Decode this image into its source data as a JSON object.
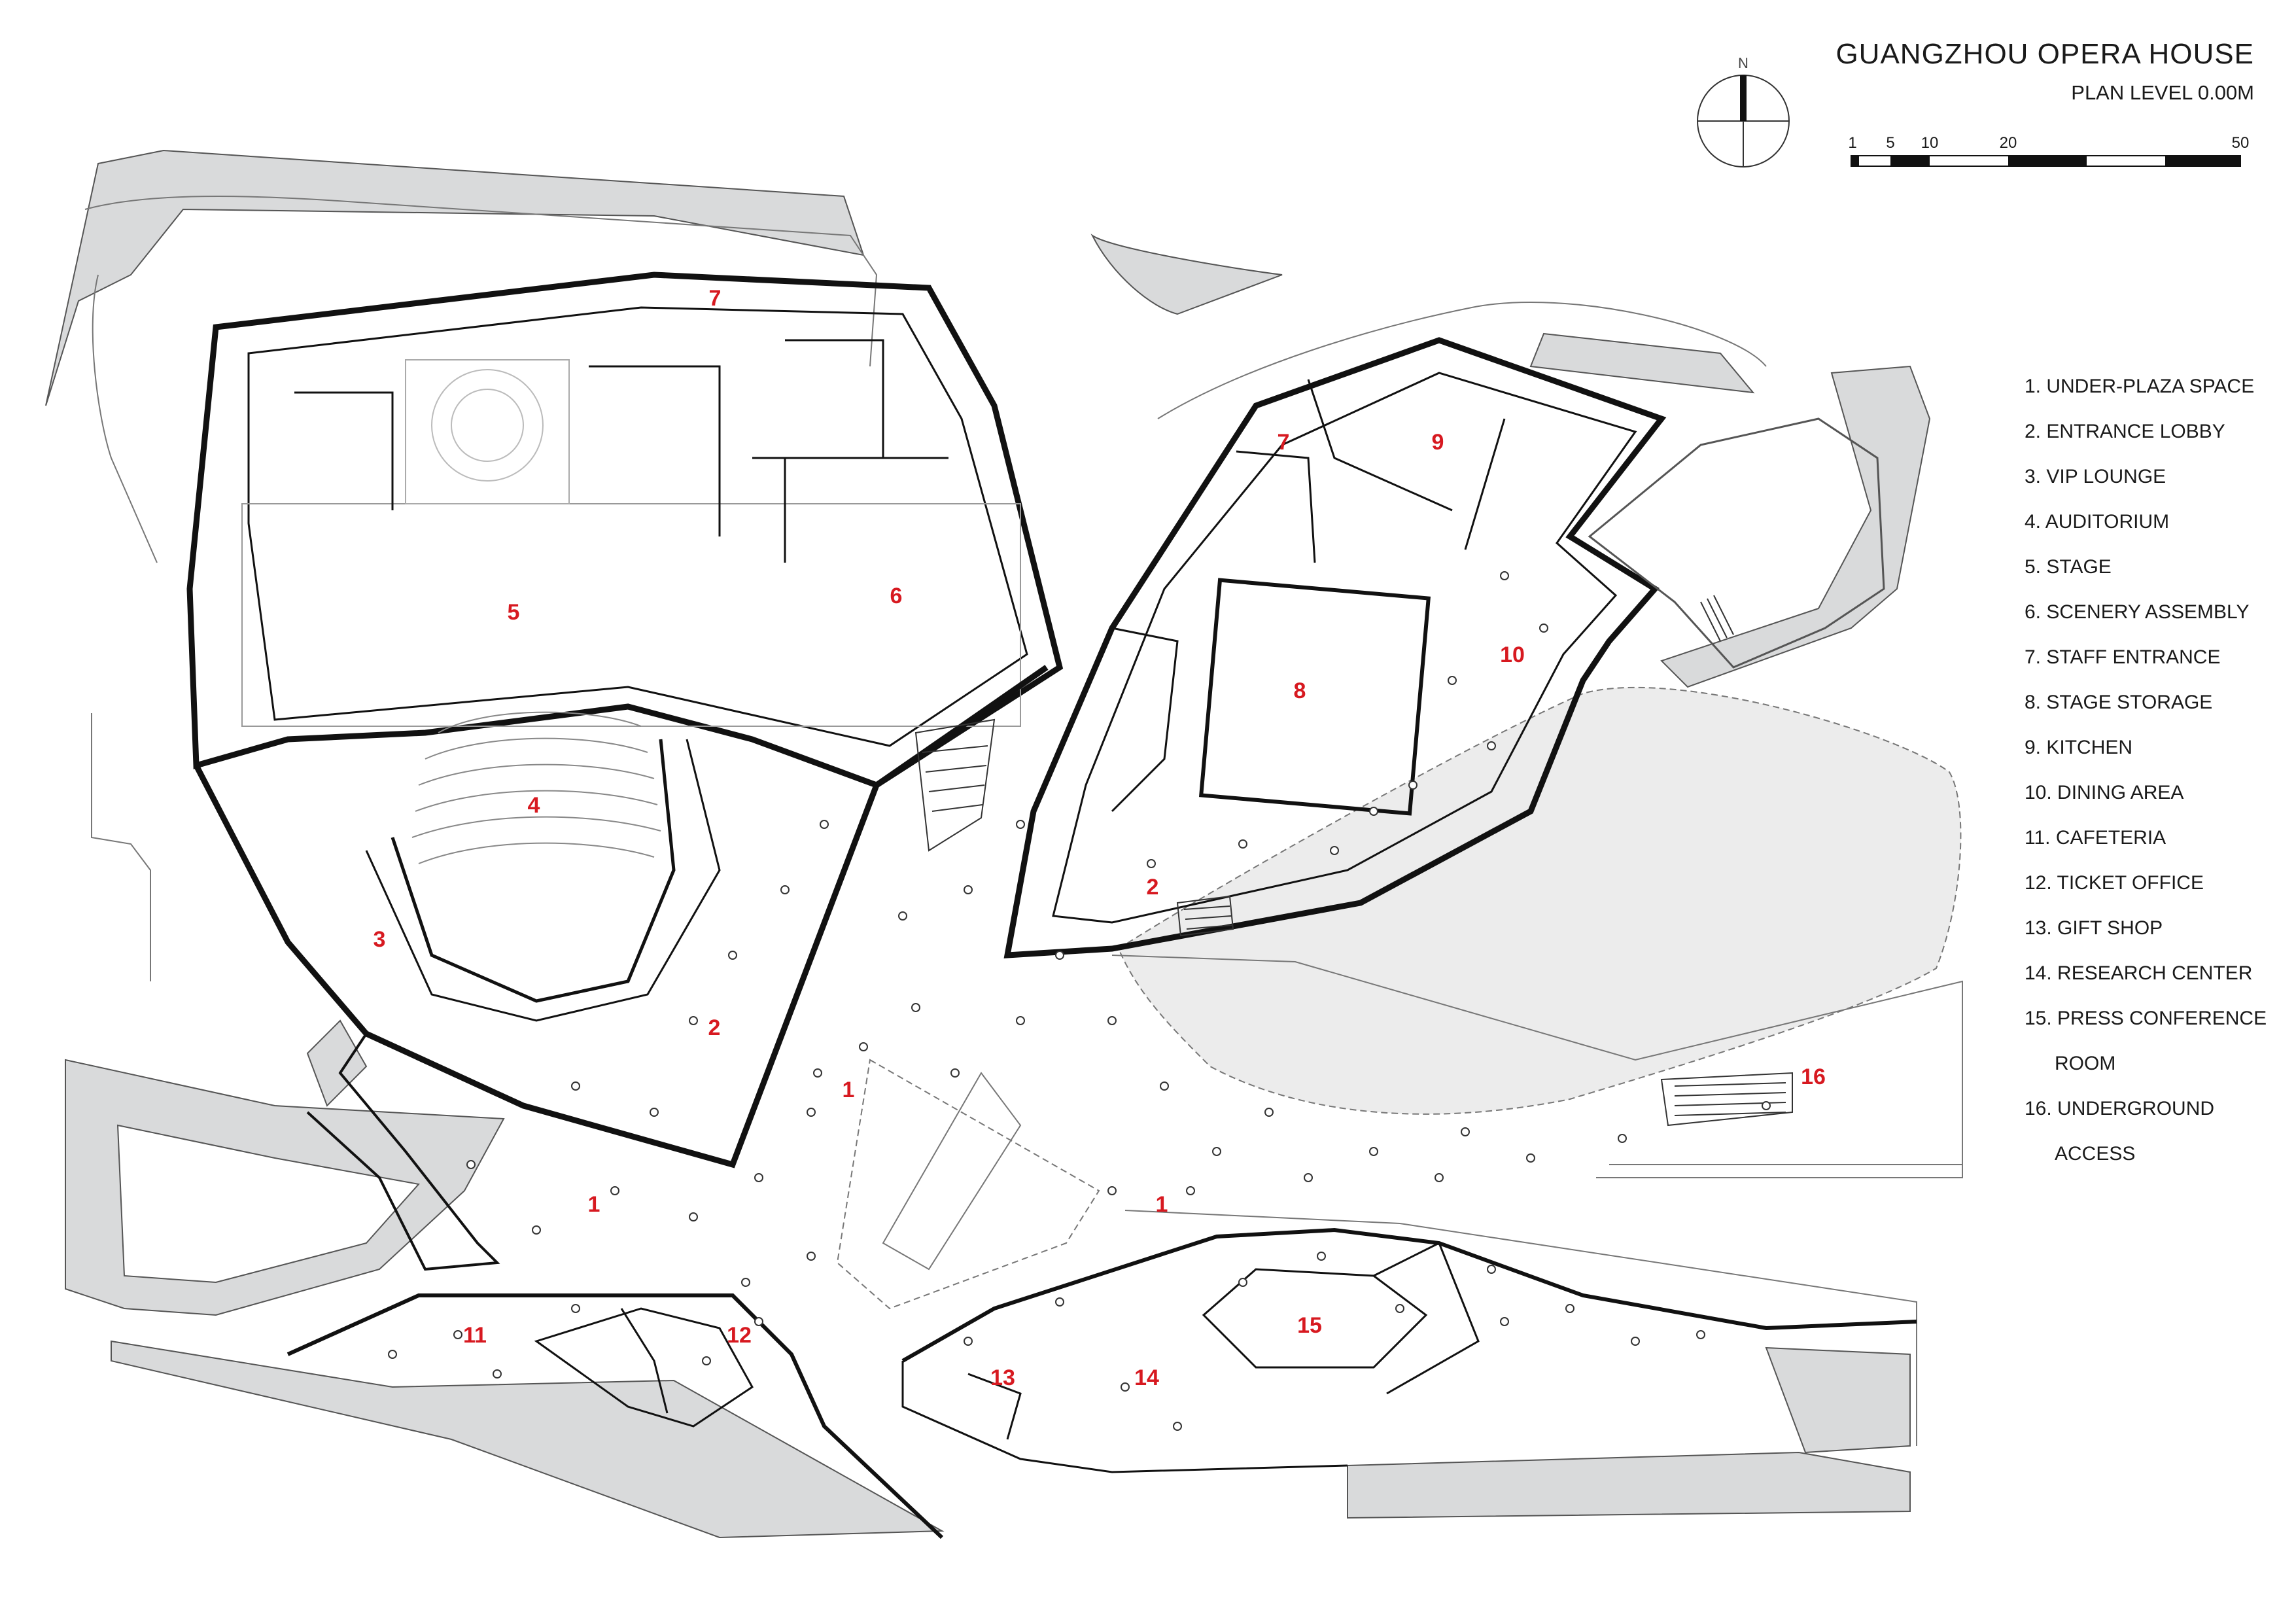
{
  "title": "GUANGZHOU OPERA HOUSE",
  "subtitle": "PLAN LEVEL 0.00M",
  "north_label": "N",
  "scale_labels": [
    "1",
    "5",
    "10",
    "20",
    "50"
  ],
  "colors": {
    "room_number": "#d71920",
    "landscape": "#d9dadb",
    "water": "#ececec",
    "walls": "#111111"
  },
  "legend": [
    {
      "text": "1. UNDER-PLAZA SPACE"
    },
    {
      "text": "2. ENTRANCE LOBBY"
    },
    {
      "text": "3. VIP LOUNGE"
    },
    {
      "text": "4. AUDITORIUM"
    },
    {
      "text": "5. STAGE"
    },
    {
      "text": "6. SCENERY ASSEMBLY"
    },
    {
      "text": "7. STAFF ENTRANCE"
    },
    {
      "text": "8. STAGE STORAGE"
    },
    {
      "text": "9. KITCHEN"
    },
    {
      "text": "10. DINING AREA"
    },
    {
      "text": "11. CAFETERIA"
    },
    {
      "text": "12. TICKET OFFICE"
    },
    {
      "text": "13. GIFT SHOP"
    },
    {
      "text": "14. RESEARCH CENTER"
    },
    {
      "text": "15. PRESS CONFERENCE",
      "continuation": "ROOM"
    },
    {
      "text": "16. UNDERGROUND",
      "continuation": "ACCESS"
    }
  ],
  "room_numbers": [
    "1",
    "1",
    "1",
    "2",
    "2",
    "3",
    "4",
    "5",
    "6",
    "7",
    "7",
    "8",
    "9",
    "10",
    "11",
    "12",
    "13",
    "14",
    "15",
    "16"
  ]
}
